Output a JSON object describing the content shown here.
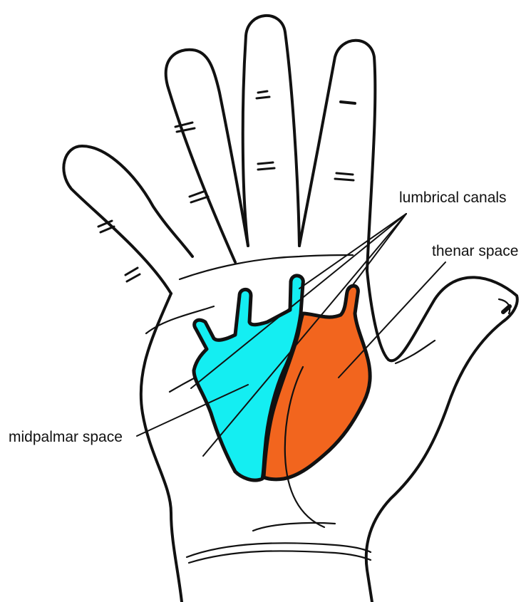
{
  "labels": {
    "lumbrical": "lumbrical canals",
    "thenar": "thenar space",
    "midpalmar": "midpalmar space"
  },
  "colors": {
    "midpalmar_fill": "#14eef2",
    "thenar_fill": "#f2651e",
    "outline": "#111111",
    "background": "#ffffff"
  }
}
